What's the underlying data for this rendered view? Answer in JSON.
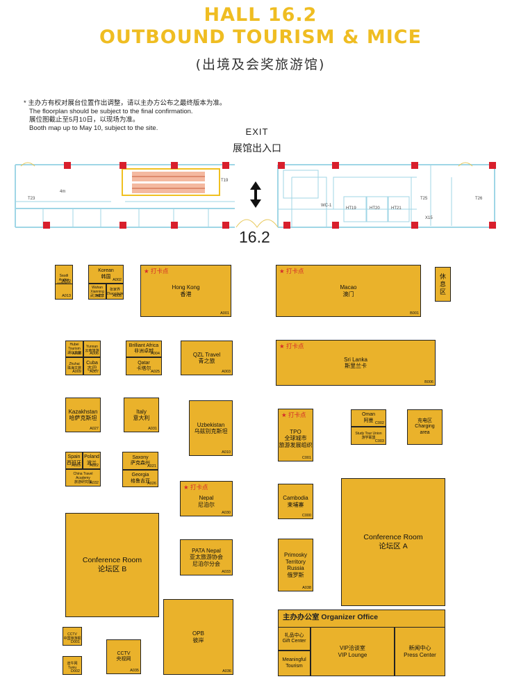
{
  "header": {
    "line1": "HALL 16.2",
    "line2": "OUTBOUND TOURISM & MICE",
    "line3": "(出境及会奖旅游馆)"
  },
  "notes": {
    "line1": "* 主办方有权对展台位置作出调整，请以主办方公布之最终版本为准。",
    "line2": "The floorplan should be subject to the final confirmation.",
    "line3": "展位图截止至5月10日，以现场为准。",
    "line4": "Booth map up to May 10, subject to the site."
  },
  "exit": {
    "en": "EXIT",
    "cn": "展馆出入口"
  },
  "hall_number": "16.2",
  "plan_labels": {
    "scale": "4m",
    "t23": "T23",
    "t19": "T19",
    "wc": "WC-1",
    "ht19": "HT19",
    "ht20": "HT20",
    "ht21": "HT21",
    "t25": "T25",
    "t26": "T26",
    "x15": "X15"
  },
  "colors": {
    "booth": "#eab22b",
    "title": "#efbd22",
    "wall": "#9fd6e6",
    "pillar": "#d81f2c",
    "star": "#d42a2a"
  },
  "checkin_label": "★ 打卡点",
  "booths": {
    "a012": {
      "label": "Saudi Arabia\n沙特阿拉伯",
      "code": "A012"
    },
    "a013": {
      "label": "",
      "code": "A013"
    },
    "a002": {
      "label": "Korean\n韩国",
      "code": "A002"
    },
    "a011": {
      "label": "Wuhan Xianning\n武汉咸宁",
      "code": "A011"
    },
    "a005": {
      "label": "张家界\nZhangjiajie",
      "code": "A005"
    },
    "a001": {
      "label": "Hong Kong\n香港",
      "code": "A001"
    },
    "b001": {
      "label": "Macao\n澳门",
      "code": "B001"
    },
    "rest": {
      "label": "休\n息\n区"
    },
    "a008": {
      "label": "Hubei Tourism\n湖北文旅",
      "code": "A008"
    },
    "a006": {
      "label": "Yunnan\n云南旅游",
      "code": "A006"
    },
    "a009": {
      "label": "Zhuhai\n珠海文旅",
      "code": "A009"
    },
    "a007": {
      "label": "Cuba\n古巴",
      "code": "A007"
    },
    "a004": {
      "label": "Brilliant Africa\n非洲卓越",
      "code": "A004"
    },
    "a025": {
      "label": "Qatar\n卡塔尔",
      "code": "A025"
    },
    "a003": {
      "label": "QZL Travel\n青之旅",
      "code": "A003"
    },
    "b006": {
      "label": "Sri Lanka\n斯里兰卡",
      "code": "B006"
    },
    "a027": {
      "label": "Kazakhstan\n哈萨克斯坦",
      "code": "A027"
    },
    "a031": {
      "label": "Italy\n意大利",
      "code": "A031"
    },
    "a010": {
      "label": "Uzbekistan\n乌兹别克斯坦",
      "code": "A010"
    },
    "c001": {
      "label": "TPO\n全球城市\n旅游发展组织",
      "code": "C001"
    },
    "c002": {
      "label": "Oman\n阿曼",
      "code": "C002"
    },
    "c003": {
      "label": "Study Tour Union\n游学联盟",
      "code": "C003"
    },
    "charging": {
      "label": "充电区\nCharging\narea"
    },
    "a023": {
      "label": "Spain\n西班牙",
      "code": "A023"
    },
    "a022": {
      "label": "Poland\n波兰",
      "code": "A022"
    },
    "a032": {
      "label": "China Travel Academy\n旅游研究院",
      "code": "A032"
    },
    "a021": {
      "label": "Saxony\n萨克森州",
      "code": "A021"
    },
    "a026": {
      "label": "Georgia\n格鲁吉亚",
      "code": "A026"
    },
    "a030": {
      "label": "Nepal\n尼泊尔",
      "code": "A030"
    },
    "c000": {
      "label": "Cambodia\n柬埔寨",
      "code": "C000"
    },
    "conf_a": {
      "label": "Conference Room\n论坛区 A"
    },
    "conf_b": {
      "label": "Conference Room\n论坛区 B"
    },
    "a033": {
      "label": "PATA Nepal\n亚太旅游协会\n尼泊尔分会",
      "code": "A033"
    },
    "a038": {
      "label": "Primosky\nTerritory\nRussia\n俄罗斯",
      "code": "A038"
    },
    "a036": {
      "label": "OPB\n彼岸",
      "code": "A036"
    },
    "a035": {
      "label": "CCTV\n央视网",
      "code": "A035"
    },
    "d001": {
      "label": "CCTV\n中国旅游报",
      "code": "D001"
    },
    "d002": {
      "label": "途牛网\nTuniu",
      "code": "D002"
    },
    "gift": {
      "label": "礼品中心\nGift Center"
    },
    "meaningful": {
      "label": "Meaningful\nTourism"
    },
    "vip": {
      "label": "VIP洽谈室\nVIP Lounge"
    },
    "press": {
      "label": "新闻中心\nPress Center"
    }
  },
  "organizer_office": "主办办公室 Organizer Office"
}
